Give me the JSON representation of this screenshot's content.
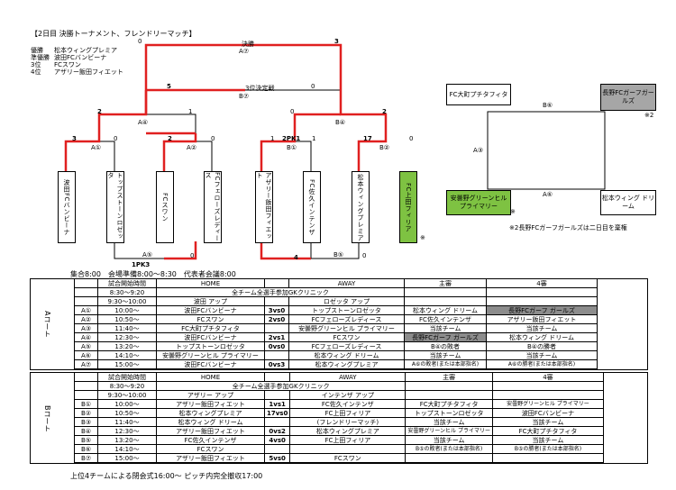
{
  "header": {
    "title": "【2日目 決勝トーナメント、フレンドリーマッチ】",
    "results": [
      {
        "rank": "優勝",
        "team": "松本ウィングプレミア"
      },
      {
        "rank": "準優勝",
        "team": "波田FCバンビーナ"
      },
      {
        "rank": "3位",
        "team": "FCスワン"
      },
      {
        "rank": "4位",
        "team": "アザリー飯田フィエット"
      }
    ]
  },
  "bracket": {
    "final_label": "決勝",
    "final_code": "A⑦",
    "final_left": "0",
    "final_right": "3",
    "third_label": "3位決定戦",
    "third_code": "B⑦",
    "third_left": "5",
    "third_right": "0",
    "semi_left_code": "A④",
    "semi_left_l": "2",
    "semi_left_r": "1",
    "semi_right_code": "B④",
    "semi_right_l": "0",
    "semi_right_r": "2",
    "a1_code": "A①",
    "a1_l": "3",
    "a1_r": "0",
    "a2_code": "A②",
    "a2_l": "2",
    "a2_r": "0",
    "b1_code": "B①",
    "b1_l": "1",
    "b1_pk": "2PK1",
    "b1_r": "1",
    "b2_code": "B②",
    "b2_l": "17",
    "b2_r": "0",
    "a5_code": "A⑤",
    "a5_l": "0",
    "a5_pk": "1PK3",
    "b5_code": "B⑤",
    "b5_l": "4",
    "b5_r": "0",
    "teams": [
      "波田FCバンビーナ",
      "トップストーンロゼッタ",
      "FCスワン",
      "FCフェローズレディース",
      "アザリー飯田フィエット",
      "FC佐久インテンザ",
      "松本ウィングプレミア",
      "FC上田フィリア"
    ],
    "note_mark": "※",
    "assembly": "集合8:00　会場準備8:00〜8:30　代表者会議8:00"
  },
  "friendly": {
    "top_left": "FC大町プチタフィタ",
    "top_right": "長野FCガーフガールズ",
    "bottom_left": "安曇野グリーンヒル プライマリー",
    "bottom_right": "松本ウィング ドリーム",
    "top_code": "B⑥",
    "left_code": "A③",
    "bottom_code": "A⑥",
    "mark2": "※2",
    "mark": "※",
    "note": "※2長野FCガーフガールズは二日目を棄権"
  },
  "court_a": {
    "label": "Aコート",
    "head": [
      "試合開始時間",
      "HOME",
      "",
      "AWAY",
      "主審",
      "4審"
    ],
    "rows": [
      [
        "",
        "8:30〜9:20",
        "全チーム全選手参加GKクリニック",
        "",
        "",
        "",
        ""
      ],
      [
        "",
        "9:30〜10:00",
        "波田 アップ",
        "",
        "ロゼッタ アップ",
        "",
        ""
      ],
      [
        "A①",
        "10:00〜",
        "波田FCバンビーナ",
        "3vs0",
        "トップストーンロゼッタ",
        "松本ウィング ドリーム",
        "長野FCガーフ ガールズ"
      ],
      [
        "A②",
        "10:50〜",
        "FCスワン",
        "2vs0",
        "FCフェローズレディース",
        "FC佐久インテンザ",
        "アザリー飯田フィエット"
      ],
      [
        "A③",
        "11:40〜",
        "FC大町プチタフィタ",
        "",
        "安曇野グリーンヒル プライマリー",
        "当該チーム",
        "当該チーム"
      ],
      [
        "A④",
        "12:30〜",
        "波田FCバンビーナ",
        "2vs1",
        "FCスワン",
        "長野FCガーフ ガールズ",
        "松本ウィング ドリーム"
      ],
      [
        "A⑤",
        "13:20〜",
        "トップストーンロゼッタ",
        "0vs0",
        "FCフェローズレディース",
        "B④の敗者",
        "B④の勝者"
      ],
      [
        "A⑥",
        "14:10〜",
        "安曇野グリーンヒル プライマリー",
        "",
        "松本ウィング ドリーム",
        "当該チーム",
        "当該チーム"
      ],
      [
        "A⑦",
        "15:00〜",
        "波田FCバンビーナ",
        "0vs3",
        "松本ウィングプレミア",
        "A⑥の敗者(または本部指名)",
        "A⑥の勝者(または本部指名)"
      ]
    ]
  },
  "court_b": {
    "label": "Bコート",
    "head": [
      "試合開始時間",
      "HOME",
      "",
      "AWAY",
      "主審",
      "4審"
    ],
    "rows": [
      [
        "",
        "8:30〜9:20",
        "全チーム全選手参加GKクリニック",
        "",
        "",
        "",
        ""
      ],
      [
        "",
        "9:30〜10:00",
        "アザリー アップ",
        "",
        "インテンザ アップ",
        "",
        ""
      ],
      [
        "B①",
        "10:00〜",
        "アザリー飯田フィエット",
        "1vs1",
        "FC佐久インテンザ",
        "FC大町プチタフィタ",
        "安曇野グリーンヒル プライマリー"
      ],
      [
        "B②",
        "10:50〜",
        "松本ウィングプレミア",
        "17vs0",
        "FC上田フィリア",
        "トップストーンロゼッタ",
        "波田FCバンビーナ"
      ],
      [
        "B③",
        "11:40〜",
        "松本ウィング ドリーム",
        "",
        "(フレンドリーマッチ)",
        "当該チーム",
        "当該チーム"
      ],
      [
        "B④",
        "12:30〜",
        "アザリー飯田フィエット",
        "0vs2",
        "松本ウィングプレミア",
        "安曇野グリーンヒル プライマリー",
        "FC大町プチタフィタ"
      ],
      [
        "B⑤",
        "13:20〜",
        "FC佐久インテンザ",
        "4vs0",
        "FC上田フィリア",
        "当該チーム",
        "当該チーム"
      ],
      [
        "B⑥",
        "14:10〜",
        "FCスワン",
        "",
        "",
        "B⑤の敗者(または本部指名)",
        "B⑤の勝者(または本部指名)"
      ],
      [
        "B⑦",
        "15:00〜",
        "アザリー飯田フィエット",
        "5vs0",
        "FCスワン",
        "",
        ""
      ]
    ]
  },
  "footer": "上位4チームによる閉会式16:00〜 ピッチ内完全撤収17:00"
}
